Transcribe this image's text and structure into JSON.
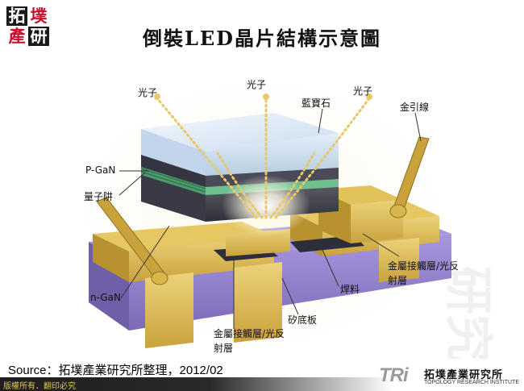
{
  "logo": {
    "chars": [
      "拓",
      "墣",
      "產",
      "研"
    ]
  },
  "title": "倒裝LED晶片結構示意圖",
  "labels": {
    "photon_left": "光子",
    "photon_center": "光子",
    "photon_right": "光子",
    "sapphire": "藍寶石",
    "gold_wire": "金引線",
    "p_gan": "P-GaN",
    "quantum_well": "量子阱",
    "n_gan": "n-GaN",
    "metal_contact_right": "金屬接觸層/光反射層",
    "solder": "焊料",
    "silicon_substrate": "矽底板",
    "metal_contact_bottom": "金屬接觸層/光反射層"
  },
  "source": "Source：拓墣產業研究所整理，2012/02",
  "copyright": "版權所有．翻印必究",
  "brand": {
    "mark": "TRi",
    "name_cn": "拓墣產業研究所",
    "name_en": "TOPOLOGY RESEARCH INSTITUTE"
  },
  "colors": {
    "gold": "#d9b64a",
    "silicon": "#8e7cc8",
    "sapphire": "#dce9f6",
    "logo_red": "#c8102e"
  }
}
